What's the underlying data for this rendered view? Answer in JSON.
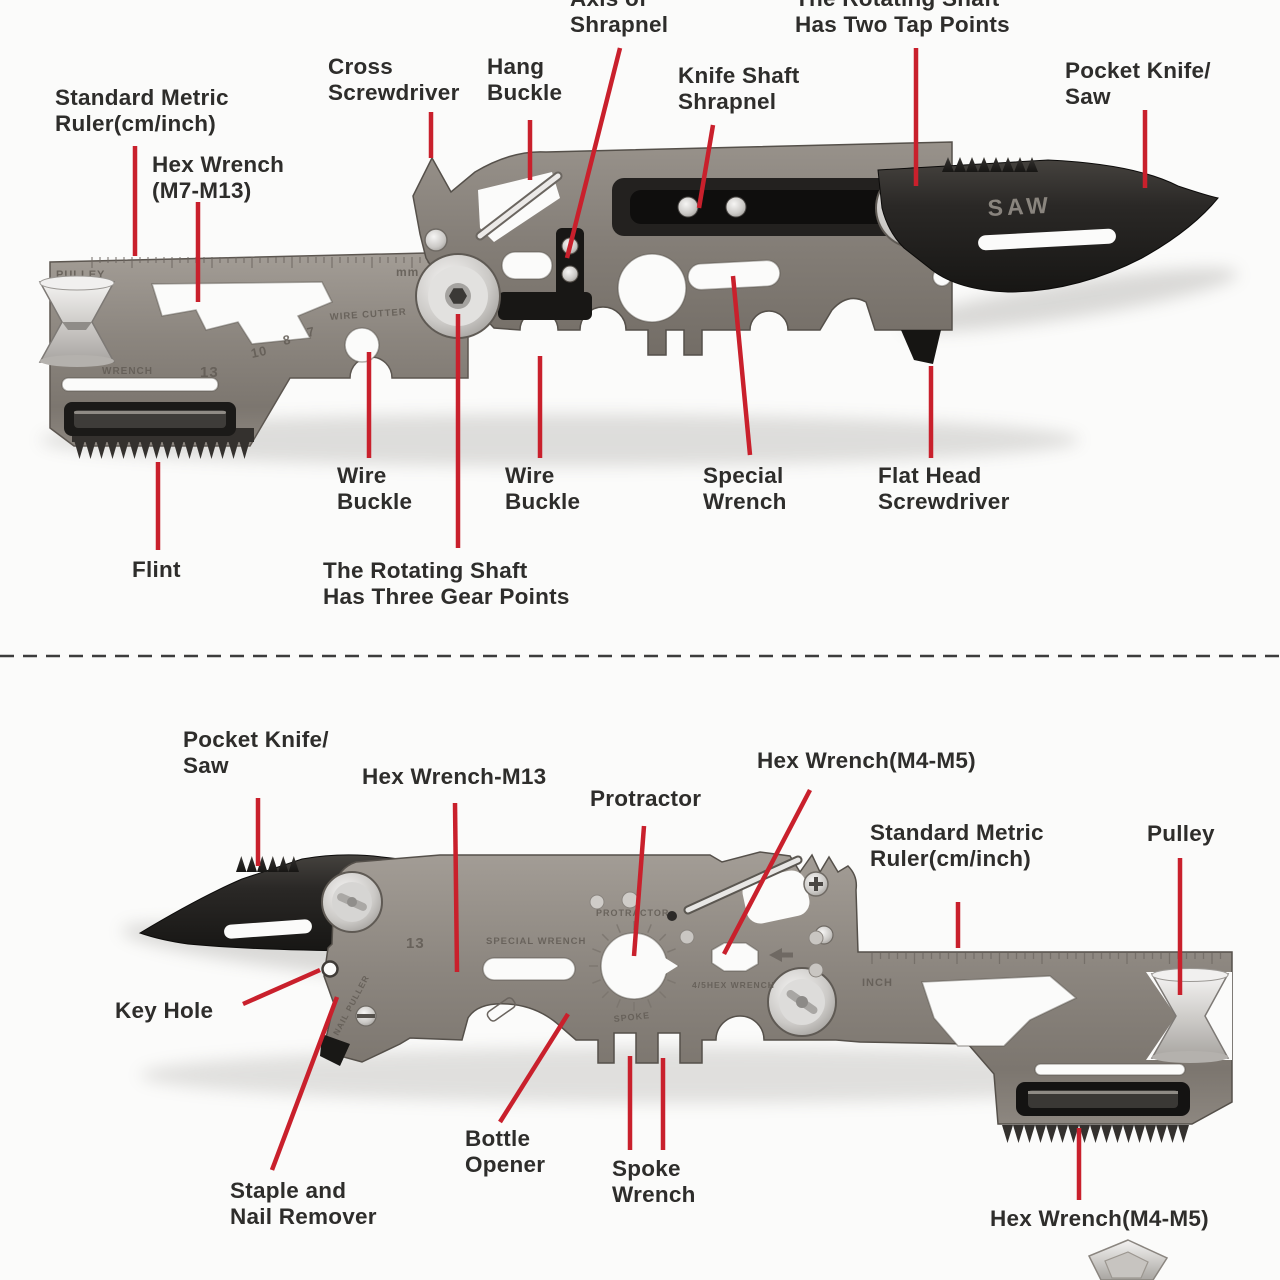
{
  "palette": {
    "leader_red": "#c9202c",
    "label_text": "#2e2d2b",
    "background": "#fbfbfa",
    "metal_gray": "#8e8880",
    "blade_black": "#201f1d",
    "silver": "#e6e5e3"
  },
  "sections": {
    "top": {
      "labels": [
        {
          "id": "axis_of_shrapnel",
          "text": "Axis of\nShrapnel"
        },
        {
          "id": "rotating_shaft_two_tap",
          "text": "The Rotating Shaft\nHas Two Tap Points"
        },
        {
          "id": "cross_screwdriver",
          "text": "Cross\nScrewdriver"
        },
        {
          "id": "hang_buckle",
          "text": "Hang\nBuckle"
        },
        {
          "id": "knife_shaft_shrapnel",
          "text": "Knife Shaft\nShrapnel"
        },
        {
          "id": "pocket_knife_saw",
          "text": "Pocket Knife/\nSaw"
        },
        {
          "id": "standard_metric_ruler",
          "text": "Standard Metric\nRuler(cm/inch)"
        },
        {
          "id": "hex_wrench_m7_m13",
          "text": "Hex Wrench\n(M7-M13)"
        },
        {
          "id": "wire_buckle_left",
          "text": "Wire\nBuckle"
        },
        {
          "id": "wire_buckle_right",
          "text": "Wire\nBuckle"
        },
        {
          "id": "special_wrench",
          "text": "Special\nWrench"
        },
        {
          "id": "flat_head_screwdriver",
          "text": "Flat Head\nScrewdriver"
        },
        {
          "id": "flint",
          "text": "Flint"
        },
        {
          "id": "rotating_shaft_three_gear",
          "text": "The Rotating Shaft\nHas Three Gear Points"
        }
      ],
      "engravings": {
        "pulley": "PULLEY",
        "mm": "mm",
        "wire_cutter": "WIRE CUTTER",
        "scale_10": "10",
        "scale_8": "8",
        "scale_7": "7",
        "wrench": "WRENCH",
        "size_13": "13",
        "saw": "SAW"
      }
    },
    "bottom": {
      "labels": [
        {
          "id": "pocket_knife_saw",
          "text": "Pocket Knife/\nSaw"
        },
        {
          "id": "hex_wrench_m13",
          "text": "Hex Wrench-M13"
        },
        {
          "id": "protractor",
          "text": "Protractor"
        },
        {
          "id": "hex_wrench_m4_m5",
          "text": "Hex Wrench(M4-M5)"
        },
        {
          "id": "standard_metric_ruler",
          "text": "Standard Metric\nRuler(cm/inch)"
        },
        {
          "id": "pulley",
          "text": "Pulley"
        },
        {
          "id": "key_hole",
          "text": "Key Hole"
        },
        {
          "id": "staple_nail_remover",
          "text": "Staple  and\nNail Remover"
        },
        {
          "id": "bottle_opener",
          "text": "Bottle\nOpener"
        },
        {
          "id": "spoke_wrench",
          "text": "Spoke\nWrench"
        },
        {
          "id": "hex_wrench_m4_m5_detail",
          "text": "Hex Wrench(M4-M5)"
        }
      ],
      "engravings": {
        "size_13": "13",
        "special_wrench": "SPECIAL WRENCH",
        "protractor": "PROTRACTOR",
        "spoke": "SPOKE",
        "hex_45": "4/5HEX WRENCH",
        "inch": "INCH",
        "nail_puller": "NAIL PULLER"
      }
    }
  }
}
